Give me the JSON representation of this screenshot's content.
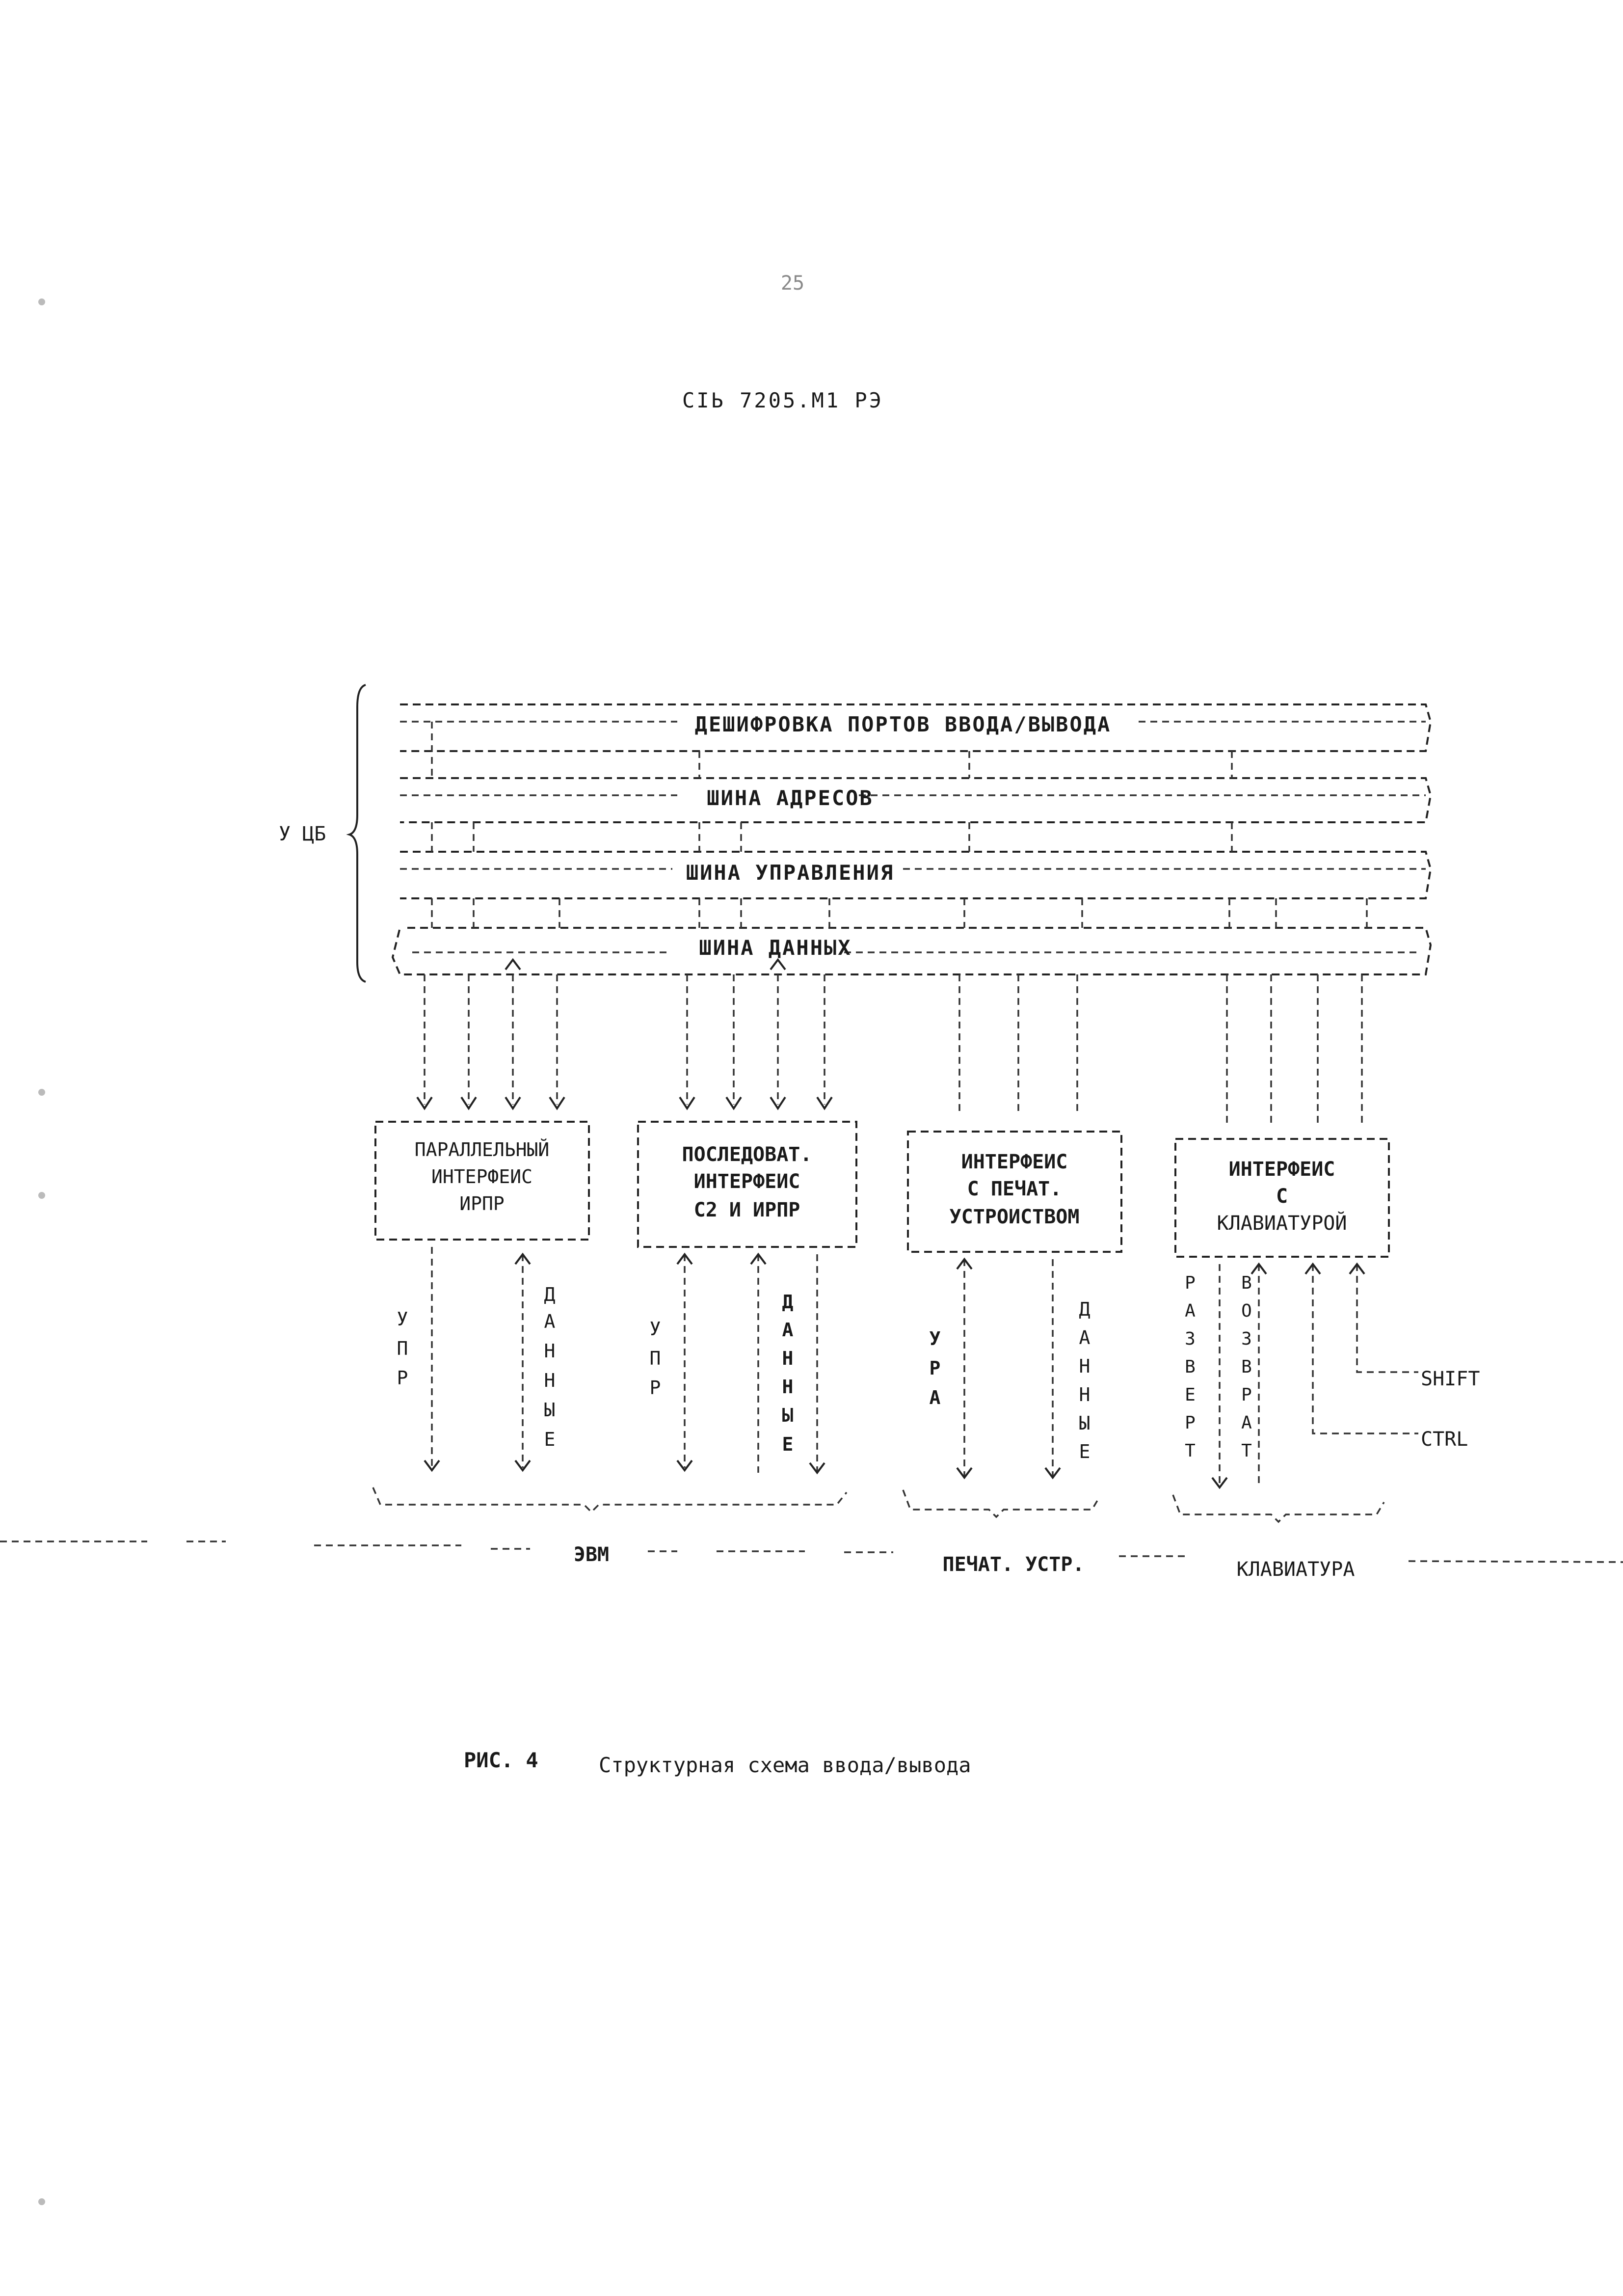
{
  "page_number": "25",
  "doc_code": "СІЬ 7205.М1 РЭ",
  "side_label": "У ЦБ",
  "buses": [
    {
      "label": "ДЕШИФРОВКА ПОРТОВ ВВОДА/ВЫВОДА"
    },
    {
      "label": "ШИНА АДРЕСОВ"
    },
    {
      "label": "ШИНА УПРАВЛЕНИЯ"
    },
    {
      "label": "ШИНА ДАННЫХ"
    }
  ],
  "blocks": [
    {
      "lines": [
        "ПАРАЛЛЕЛЬНЫЙ",
        "ИНТЕРФЕИС",
        "ИРПР"
      ]
    },
    {
      "lines": [
        "ПОСЛЕДОВАТ.",
        "ИНТЕРФЕИС",
        "С2 И ИРПР"
      ]
    },
    {
      "lines": [
        "ИНТЕРФЕИС",
        "С ПЕЧАТ.",
        "УСТРОИСТВОМ"
      ]
    },
    {
      "lines": [
        "ИНТЕРФЕИС",
        "С",
        "КЛАВИАТУРОЙ"
      ]
    }
  ],
  "signals": {
    "upr1": "УПР",
    "dannye1": "ДАННЫЕ",
    "upr2": "УПР",
    "dannye2": "ДАННЫЕ",
    "ura": "УРА",
    "dannye3": "ДАННЫЕ",
    "razvert": "РАЗВЕРТ",
    "vozvrat": "ВОЗВРАТ",
    "shift": "SHIFT",
    "ctrl": "CTRL"
  },
  "groups": {
    "evm": "ЭВМ",
    "pechat": "ПЕЧАТ. УСТР.",
    "klaviatura": "КЛАВИАТУРА"
  },
  "caption": {
    "number": "РИС. 4",
    "text": "Структурная схема ввода/вывода"
  }
}
